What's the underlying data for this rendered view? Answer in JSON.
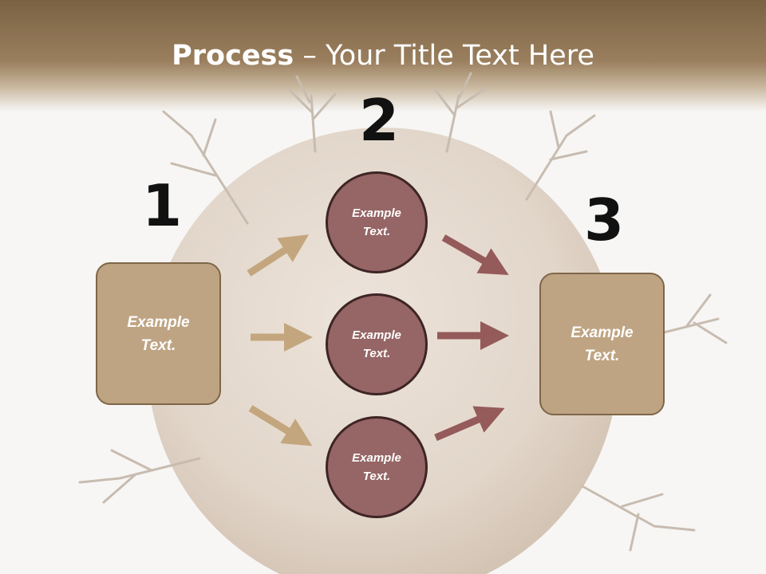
{
  "title": {
    "bold": "Process",
    "rest": " – Your Title Text Here"
  },
  "steps": {
    "one": {
      "number": "1",
      "line1": "Example",
      "line2": "Text."
    },
    "two": {
      "number": "2"
    },
    "three": {
      "number": "3",
      "line1": "Example",
      "line2": "Text."
    }
  },
  "circles": [
    {
      "line1": "Example",
      "line2": "Text."
    },
    {
      "line1": "Example",
      "line2": "Text."
    },
    {
      "line1": "Example",
      "line2": "Text."
    }
  ],
  "colors": {
    "header": "#8a7050",
    "box": "#bfa483",
    "circle": "#966565",
    "arrow_tan": "#c4a67e",
    "arrow_red": "#955a5a"
  }
}
